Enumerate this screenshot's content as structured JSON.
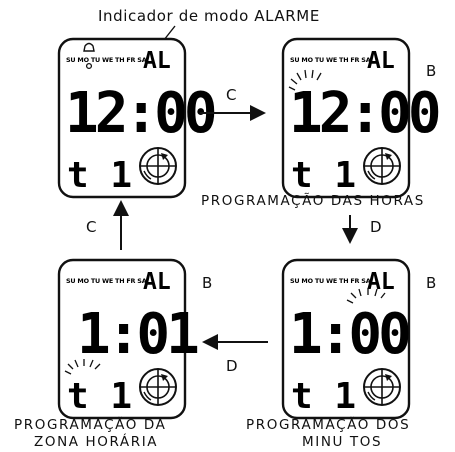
{
  "title": "Indicador de modo ALARME",
  "watches": [
    {
      "days": "SU MO TU WE TH FR SA",
      "mode": "AL",
      "time": "12:00",
      "zone": "t 1",
      "key": "",
      "blink_hours": false,
      "blink_minutes": false,
      "blink_zone": false
    },
    {
      "days": "SU MO TU WE TH FR SA",
      "mode": "AL",
      "time": "12:00",
      "zone": "t 1",
      "key": "B",
      "blink_hours": true,
      "blink_minutes": false,
      "blink_zone": false
    },
    {
      "days": "SU MO TU WE TH FR SA",
      "mode": "AL",
      "time": "1:00",
      "zone": "t 1",
      "key": "B",
      "blink_hours": false,
      "blink_minutes": true,
      "blink_zone": false
    },
    {
      "days": "SU MO TU WE TH FR SA",
      "mode": "AL",
      "time": "1:01",
      "zone": "t 1",
      "key": "B",
      "blink_hours": false,
      "blink_minutes": false,
      "blink_zone": true
    }
  ],
  "arrows": [
    {
      "label": "C"
    },
    {
      "label": "D"
    },
    {
      "label": "D"
    },
    {
      "label": "C"
    }
  ],
  "captions": {
    "hours": "PROGRAMAÇÃO DAS HORAS",
    "minutes_line1": "PROGRAMAÇÃO DOS",
    "minutes_line2": "MINU TOS",
    "zone_line1": "PROGRAMAÇÃO DA",
    "zone_line2": "ZONA HORÁRIA"
  }
}
